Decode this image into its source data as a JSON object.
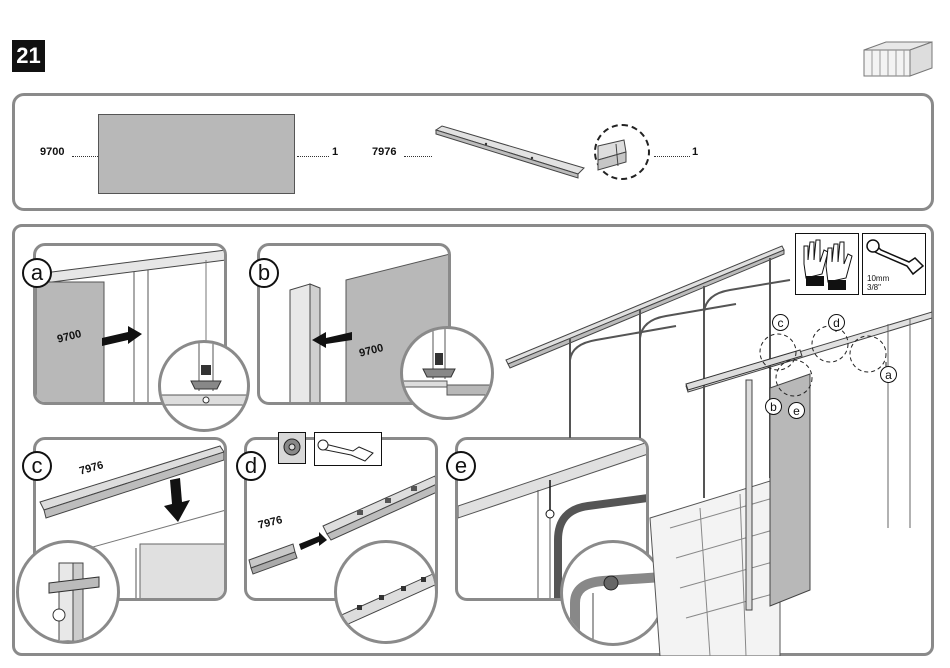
{
  "step": {
    "number": "21"
  },
  "parts": [
    {
      "code": "9700",
      "qty": "1"
    },
    {
      "code": "7976",
      "qty": "1"
    }
  ],
  "panels": [
    {
      "letter": "a",
      "label": "9700"
    },
    {
      "letter": "b",
      "label": "9700"
    },
    {
      "letter": "c",
      "label": "7976"
    },
    {
      "letter": "d",
      "label": "7976"
    },
    {
      "letter": "e"
    }
  ],
  "overview": {
    "callouts": [
      "c",
      "d",
      "a",
      "b",
      "e"
    ],
    "tools": {
      "wrench_size": "10mm",
      "wrench_size_imperial": "3/8\""
    },
    "icons": [
      "gloves-icon",
      "wrench-icon",
      "shed-icon"
    ]
  },
  "colors": {
    "panel_gray": "#b8b8b8",
    "frame_gray": "#8a8a8a",
    "badge": "#111111"
  }
}
